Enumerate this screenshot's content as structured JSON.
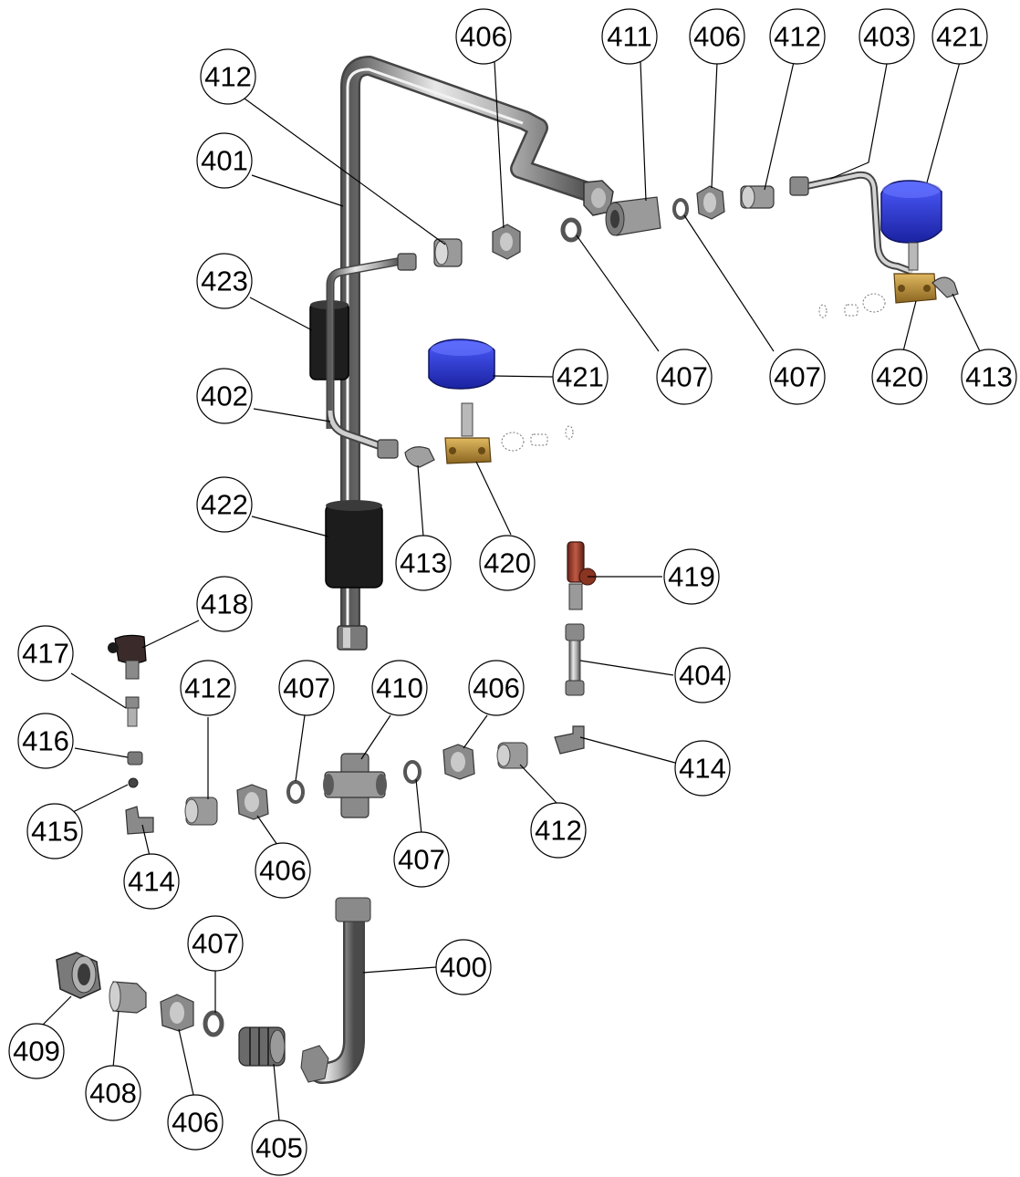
{
  "diagram": {
    "type": "exploded-parts-view",
    "colors": {
      "steel": "#9a9a9a",
      "steel_dark": "#555555",
      "foam": "#1a1a1a",
      "knob_blue": "#2a35c8",
      "brass": "#b8892e",
      "red_valve": "#9a3b2a"
    },
    "callouts": [
      {
        "id": "c406a",
        "label": "406"
      },
      {
        "id": "c411",
        "label": "411"
      },
      {
        "id": "c406b",
        "label": "406"
      },
      {
        "id": "c412a",
        "label": "412"
      },
      {
        "id": "c403",
        "label": "403"
      },
      {
        "id": "c421a",
        "label": "421"
      },
      {
        "id": "c412b",
        "label": "412"
      },
      {
        "id": "c401",
        "label": "401"
      },
      {
        "id": "c423",
        "label": "423"
      },
      {
        "id": "c421b",
        "label": "421"
      },
      {
        "id": "c407a",
        "label": "407"
      },
      {
        "id": "c407b",
        "label": "407"
      },
      {
        "id": "c420a",
        "label": "420"
      },
      {
        "id": "c413a",
        "label": "413"
      },
      {
        "id": "c402",
        "label": "402"
      },
      {
        "id": "c422",
        "label": "422"
      },
      {
        "id": "c413b",
        "label": "413"
      },
      {
        "id": "c420b",
        "label": "420"
      },
      {
        "id": "c419",
        "label": "419"
      },
      {
        "id": "c418",
        "label": "418"
      },
      {
        "id": "c417",
        "label": "417"
      },
      {
        "id": "c412c",
        "label": "412"
      },
      {
        "id": "c407c",
        "label": "407"
      },
      {
        "id": "c410",
        "label": "410"
      },
      {
        "id": "c406c",
        "label": "406"
      },
      {
        "id": "c404",
        "label": "404"
      },
      {
        "id": "c416",
        "label": "416"
      },
      {
        "id": "c414a",
        "label": "414"
      },
      {
        "id": "c415",
        "label": "415"
      },
      {
        "id": "c412d",
        "label": "412"
      },
      {
        "id": "c406d",
        "label": "406"
      },
      {
        "id": "c407d",
        "label": "407"
      },
      {
        "id": "c414b",
        "label": "414"
      },
      {
        "id": "c407e",
        "label": "407"
      },
      {
        "id": "c400",
        "label": "400"
      },
      {
        "id": "c409",
        "label": "409"
      },
      {
        "id": "c408",
        "label": "408"
      },
      {
        "id": "c406e",
        "label": "406"
      },
      {
        "id": "c405",
        "label": "405"
      }
    ]
  }
}
